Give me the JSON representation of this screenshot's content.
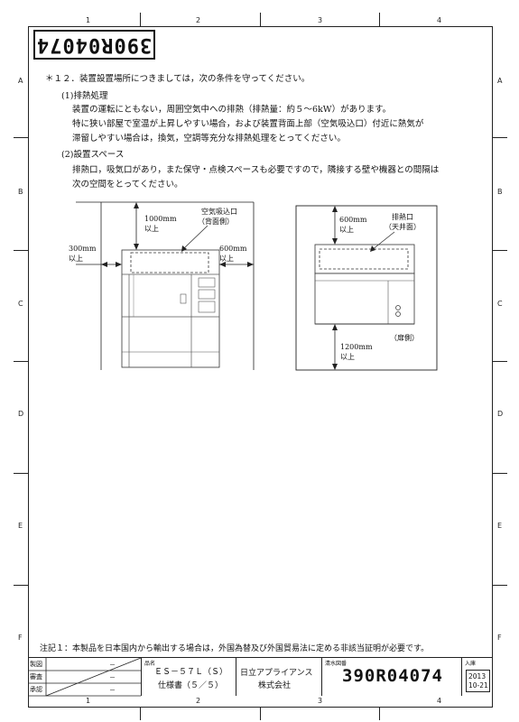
{
  "stamp": "390R04074",
  "grid": {
    "cols": [
      "1",
      "2",
      "3",
      "4"
    ],
    "rows": [
      "A",
      "B",
      "C",
      "D",
      "E",
      "F"
    ]
  },
  "content": {
    "heading": "＊１２．装置設置場所につきましては，次の条件を守ってください。",
    "sub1_title": "(1)排熱処理",
    "sub1_line1": "装置の運転にともない，周囲空気中への排熱（排熱量：約５〜6kW）があります。",
    "sub1_line2": "特に狭い部屋で室温が上昇しやすい場合，および装置背面上部（空気吸込口）付近に熱気が",
    "sub1_line3": "滞留しやすい場合は，換気，空調等充分な排熱処理をとってください。",
    "sub2_title": "(2)設置スペース",
    "sub2_line1": "排熱口，吸気口があり，また保守・点検スペースも必要ですので，隣接する壁や機器との間隔は",
    "sub2_line2": "次の空間をとってください。"
  },
  "diagram_left": {
    "top_dim": "1000mm",
    "top_dim_sub": "以上",
    "intake_label": "空気吸込口",
    "intake_sub": "（背面側）",
    "left_dim": "300mm",
    "left_dim_sub": "以上",
    "right_dim": "600mm",
    "right_dim_sub": "以上"
  },
  "diagram_right": {
    "top_dim": "600mm",
    "top_dim_sub": "以上",
    "exhaust_label": "排熱口",
    "exhaust_sub": "（天井面）",
    "door_label": "（扉側）",
    "bottom_dim": "1200mm",
    "bottom_dim_sub": "以上"
  },
  "note": "注記１：本製品を日本国内から輸出する場合は，外国為替及び外国貿易法に定める非該当証明が必要です。",
  "title_block": {
    "row_labels": [
      "製図",
      "審査",
      "承認"
    ],
    "dashes": [
      "－",
      "－",
      "－"
    ],
    "name_caption": "品名",
    "product": "ＥＳ－５７Ｌ（Ｓ）",
    "doc_title": "仕様書（５／５）",
    "company_line1": "日立アプライアンス",
    "company_line2": "株式会社",
    "doc_no_caption": "清水図番",
    "doc_no": "390R04074",
    "date_caption": "入庫",
    "year": "2013",
    "month_day": "10-21"
  }
}
